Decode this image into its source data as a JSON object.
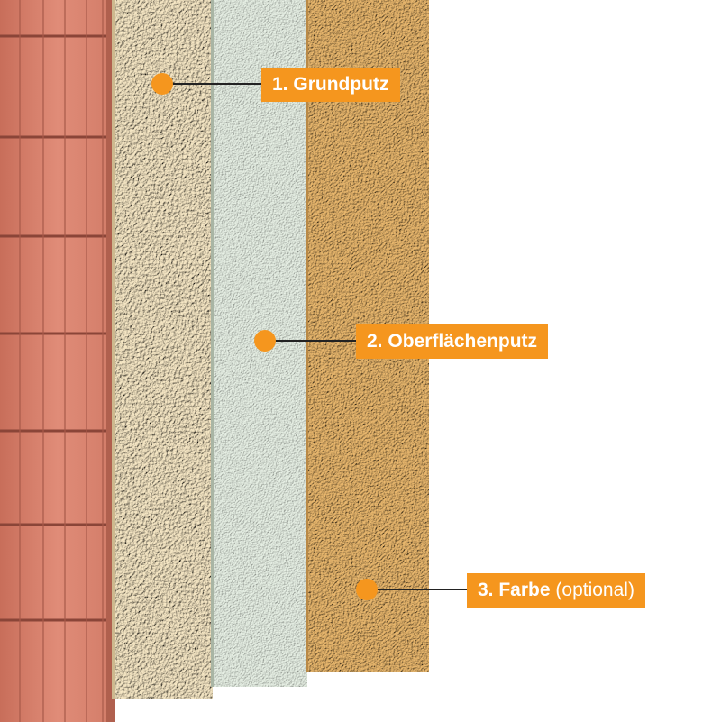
{
  "callouts": [
    {
      "number": "1.",
      "name": "Grundputz",
      "suffix": ""
    },
    {
      "number": "2.",
      "name": "Oberflächenputz",
      "suffix": ""
    },
    {
      "number": "3.",
      "name": "Farbe",
      "suffix": "(optional)"
    }
  ],
  "colors": {
    "accent": "#f5961e",
    "brick": "#d9826f",
    "base_plaster": "#f3e4c2",
    "surface_plaster": "#e6efe4",
    "paint": "#e6b56c"
  }
}
